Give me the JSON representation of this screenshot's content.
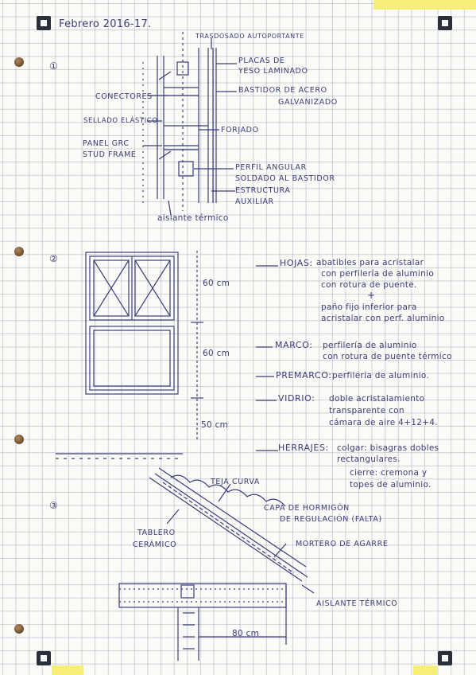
{
  "header": {
    "title": "Febrero 2016-17."
  },
  "section1": {
    "number": "①",
    "labels": {
      "trasdosado": "TRASDOSADO AUTOPORTANTE",
      "placas": "PLACAS DE",
      "placas2": "YESO LAMINADO",
      "bastidor": "BASTIDOR DE ACERO",
      "bastidor2": "GALVANIZADO",
      "conectores": "CONECTORES",
      "sellado": "SELLADO ELÁSTICO",
      "forjado": "FORJADO",
      "panel": "PANEL GRC",
      "panel2": "STUD FRAME",
      "perfil": "PERFIL ANGULAR",
      "perfil2": "SOLDADO AL BASTIDOR",
      "estructura": "ESTRUCTURA",
      "estructura2": "AUXILIAR",
      "aislante": "aislante térmico"
    }
  },
  "section2": {
    "number": "②",
    "dims": {
      "d1": "60 cm",
      "d2": "60 cm",
      "d3": "50 cm"
    },
    "hojas": {
      "label": "HOJAS:",
      "lines": [
        "abatibles para acristalar",
        "con perfilería de aluminio",
        "con rotura de puente.",
        "+",
        "paño fijo inferior para",
        "acristalar con perf. aluminio"
      ]
    },
    "marco": {
      "label": "MARCO:",
      "lines": [
        "perfilería de aluminio",
        "con rotura de puente térmico"
      ]
    },
    "premarco": {
      "label": "PREMARCO:",
      "lines": [
        "perfilería de aluminio."
      ]
    },
    "vidrio": {
      "label": "VIDRIO:",
      "lines": [
        "doble acristalamiento",
        "transparente con",
        "cámara de aire 4+12+4."
      ]
    },
    "herrajes": {
      "label": "HERRAJES:",
      "lines": [
        "colgar: bisagras dobles",
        "rectangulares.",
        "cierre: cremona y",
        "topes de aluminio."
      ]
    }
  },
  "section3": {
    "number": "③",
    "labels": {
      "teja": "TEJA CURVA",
      "capa": "CAPA DE HORMIGÓN",
      "capa2": "DE REGULACIÓN (falta)",
      "tablero": "TABLERO",
      "tablero2": "CERÁMICO",
      "mortero": "MORTERO DE AGARRE",
      "aislante": "AISLANTE TÉRMICO",
      "dim": "80 cm"
    }
  }
}
